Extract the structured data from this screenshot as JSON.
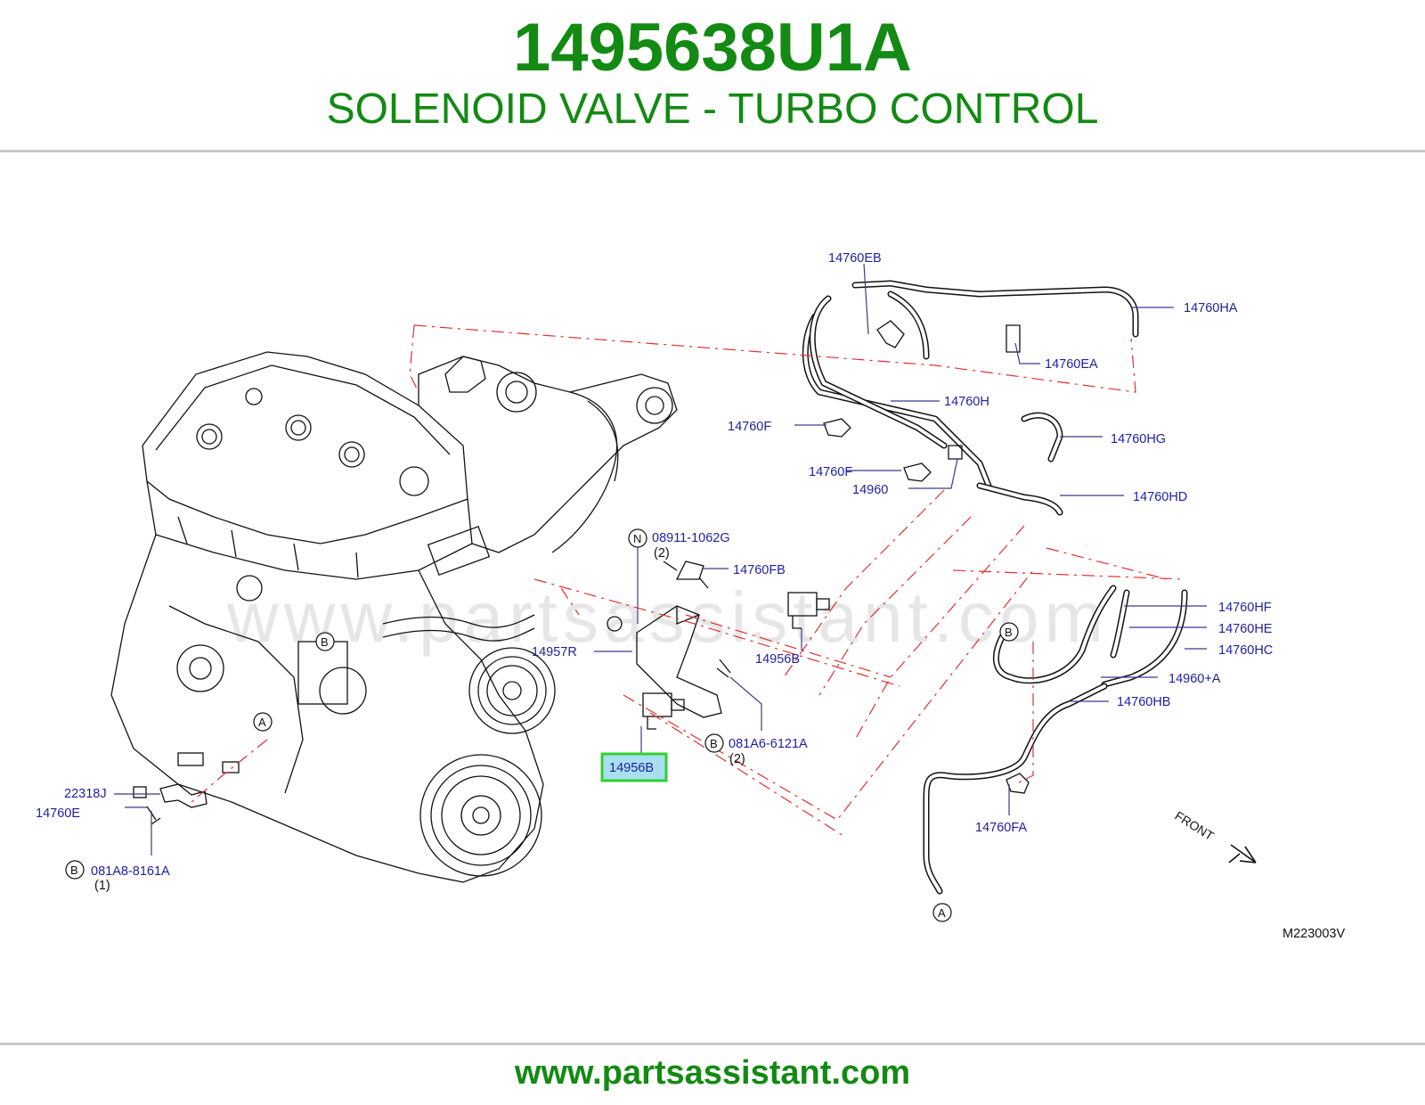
{
  "header": {
    "part_number": "1495638U1A",
    "part_name": "SOLENOID VALVE - TURBO CONTROL"
  },
  "footer": {
    "url": "www.partsassistant.com"
  },
  "watermark": "www.partsassistant.com",
  "diagram_code": "M223003V",
  "front_label": "FRONT",
  "highlighted_part": "14956B",
  "callouts": {
    "c_14760EB": "14760EB",
    "c_14760HA": "14760HA",
    "c_14760EA": "14760EA",
    "c_14760H": "14760H",
    "c_14760F_1": "14760F",
    "c_14760HG": "14760HG",
    "c_14760F_2": "14760F",
    "c_14960": "14960",
    "c_14760HD": "14760HD",
    "c_08911": "08911-1062G",
    "c_08911_qty": "(2)",
    "c_14760FB": "14760FB",
    "c_14760HF": "14760HF",
    "c_14760HE": "14760HE",
    "c_14760HC": "14760HC",
    "c_14957R": "14957R",
    "c_14956B_1": "14956B",
    "c_14960A": "14960+A",
    "c_14760HB": "14760HB",
    "c_081A6": "081A6-6121A",
    "c_081A6_qty": "(2)",
    "c_22318J": "22318J",
    "c_14760E": "14760E",
    "c_081A8": "081A8-8161A",
    "c_081A8_qty": "(1)",
    "c_14760FA": "14760FA"
  },
  "markers": {
    "n": "N",
    "b": "B",
    "a": "A"
  },
  "colors": {
    "title_green": "#138a13",
    "callout_blue": "#1f1fa0",
    "highlight_green": "#2fd12f",
    "highlight_fill": "#a9dff0",
    "dash_red": "#e03030"
  }
}
